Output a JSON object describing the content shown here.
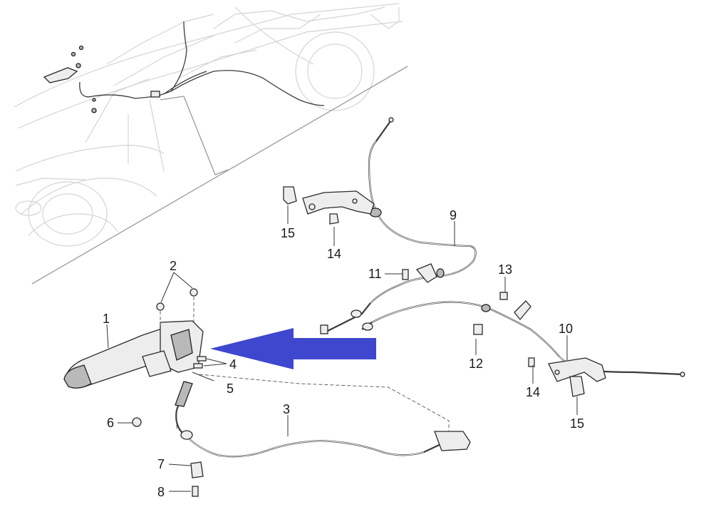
{
  "diagram": {
    "callouts": [
      {
        "id": "c1",
        "text": "1"
      },
      {
        "id": "c2",
        "text": "2"
      },
      {
        "id": "c3",
        "text": "3"
      },
      {
        "id": "c4",
        "text": "4"
      },
      {
        "id": "c5",
        "text": "5"
      },
      {
        "id": "c6",
        "text": "6"
      },
      {
        "id": "c7",
        "text": "7"
      },
      {
        "id": "c8",
        "text": "8"
      },
      {
        "id": "c9",
        "text": "9"
      },
      {
        "id": "c10",
        "text": "10"
      },
      {
        "id": "c11",
        "text": "11"
      },
      {
        "id": "c12",
        "text": "12"
      },
      {
        "id": "c13",
        "text": "13"
      },
      {
        "id": "c14a",
        "text": "14"
      },
      {
        "id": "c14b",
        "text": "14"
      },
      {
        "id": "c15a",
        "text": "15"
      },
      {
        "id": "c15b",
        "text": "15"
      }
    ],
    "arrow_color": "#3f47cf"
  }
}
